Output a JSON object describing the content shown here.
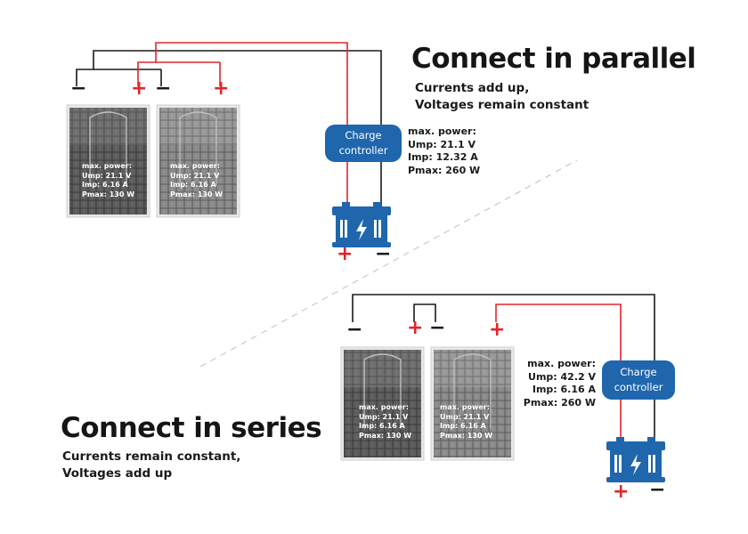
{
  "parallel": {
    "title": "Connect in parallel",
    "subtitle_lines": [
      "Currents add up,",
      "Voltages remain constant"
    ],
    "controller_lines": [
      "Charge",
      "controller"
    ],
    "system_spec": [
      "max. power:",
      "Ump: 21.1 V",
      "Imp: 12.32 A",
      "Pmax: 260 W"
    ],
    "panel_spec": [
      "max. power:",
      "Ump: 21.1 V",
      "Imp: 6.16 A",
      "Pmax: 130 W"
    ]
  },
  "series": {
    "title": "Connect in series",
    "subtitle_lines": [
      "Currents remain constant,",
      "Voltages add up"
    ],
    "controller_lines": [
      "Charge",
      "controller"
    ],
    "system_spec": [
      "max. power:",
      "Ump: 42.2 V",
      "Imp: 6.16 A",
      "Pmax: 260 W"
    ],
    "panel_spec": [
      "max. power:",
      "Ump: 21.1 V",
      "Imp: 6.16 A",
      "Pmax: 130 W"
    ]
  },
  "symbols": {
    "plus": "+",
    "minus": "−"
  },
  "colors": {
    "positive_wire": "#e0262b",
    "negative_wire": "#1a1a1a",
    "controller": "#1f66ad",
    "battery": "#1f66ad",
    "divider": "#c8c8c8"
  },
  "icons": {
    "battery": "battery-bolt-icon",
    "panel": "solar-panel-icon"
  }
}
